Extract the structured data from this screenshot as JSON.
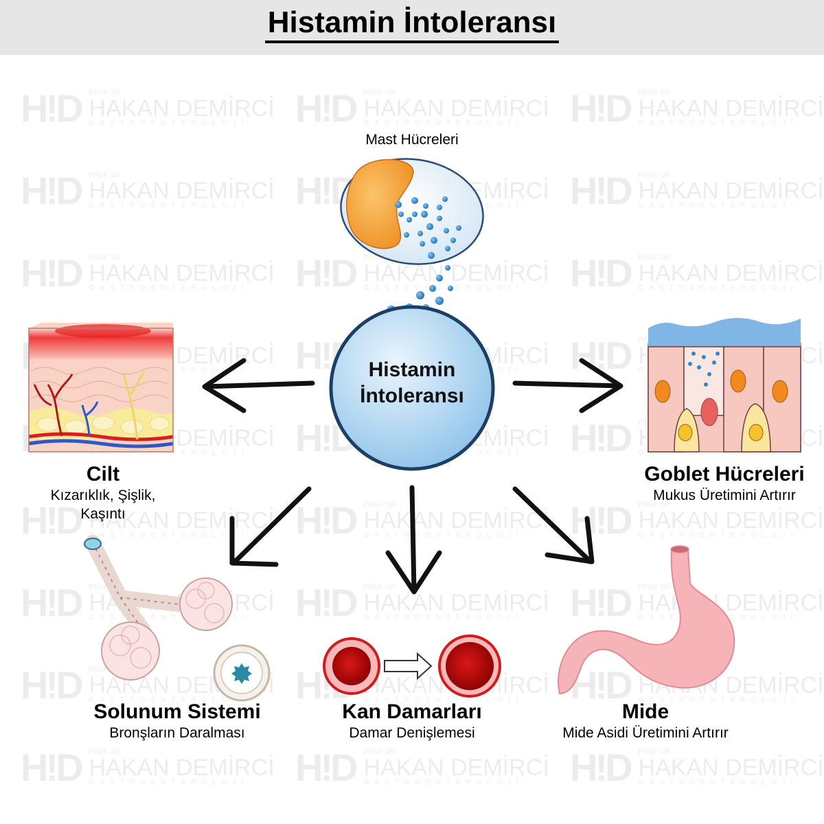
{
  "title": "Histamin İntoleransı",
  "watermark": {
    "mark": "H!D",
    "line1": "PROF. DR",
    "line2": "HAKAN DEMİRCİ",
    "line3": "GASTROENTEROLOJİ"
  },
  "mast": {
    "label": "Mast Hücreleri"
  },
  "center": {
    "line1": "Histamin",
    "line2": "İntoleransı"
  },
  "skin": {
    "title": "Cilt",
    "sub1": "Kızarıklık, Şişlik,",
    "sub2": "Kaşıntı"
  },
  "goblet": {
    "title": "Goblet Hücreleri",
    "sub": "Mukus Üretimini Artırır"
  },
  "resp": {
    "title": "Solunum Sistemi",
    "sub": "Bronşların Daralması"
  },
  "vessel": {
    "title": "Kan Damarları",
    "sub": "Damar Denişlemesi"
  },
  "stomach": {
    "title": "Mide",
    "sub": "Mide Asidi Üretimini Artırır"
  },
  "colors": {
    "arrow": "#111111",
    "center_fill": "#bfe0f7",
    "center_stroke": "#1c3f66",
    "granule": "#2f86cc",
    "nucleus": "#f5a23a",
    "skin_red": "#f04a4a",
    "stomach": "#f7b4b8",
    "vessel": "#d81e1e"
  }
}
